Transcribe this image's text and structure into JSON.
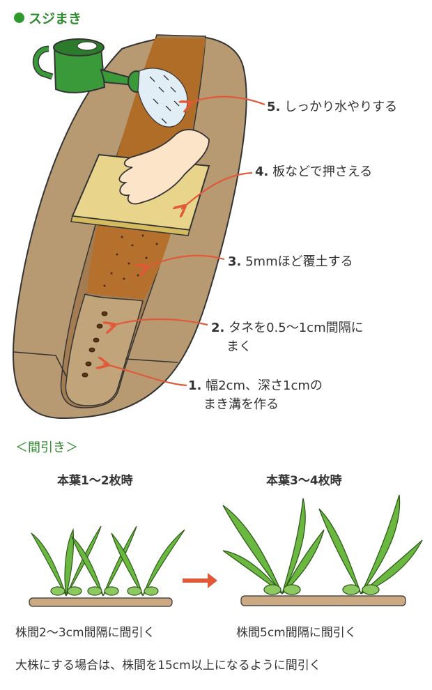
{
  "section": {
    "title": "スジまき"
  },
  "steps": [
    {
      "num": "1.",
      "text": "幅2cm、深さ1cmの",
      "text2": "まき溝を作る"
    },
    {
      "num": "2.",
      "text": "タネを0.5～1cm間隔に",
      "text2": "まく"
    },
    {
      "num": "3.",
      "text": "5mmほど覆土する"
    },
    {
      "num": "4.",
      "text": "板などで押さえる"
    },
    {
      "num": "5.",
      "text": "しっかり水やりする"
    }
  ],
  "thinning": {
    "title": "＜間引き＞",
    "stage1": {
      "label": "本葉1～2枚時",
      "caption": "株間2～3cm間隔に間引く"
    },
    "stage2": {
      "label": "本葉3～4枚時",
      "caption": "株間5cm間隔に間引く"
    },
    "note": "大株にする場合は、株間を15cm以上になるように間引く"
  },
  "colors": {
    "accent_green": "#2e8b2e",
    "soil": "#b89a72",
    "soil_dark": "#a07850",
    "soil_covered": "#b4702c",
    "arrow_red": "#e05a3a",
    "board": "#e8d48a",
    "leaf": "#6ab840"
  },
  "icons": [
    "watering-can-icon",
    "hand-icon",
    "board-icon",
    "seed-icon",
    "arrow-icon"
  ]
}
